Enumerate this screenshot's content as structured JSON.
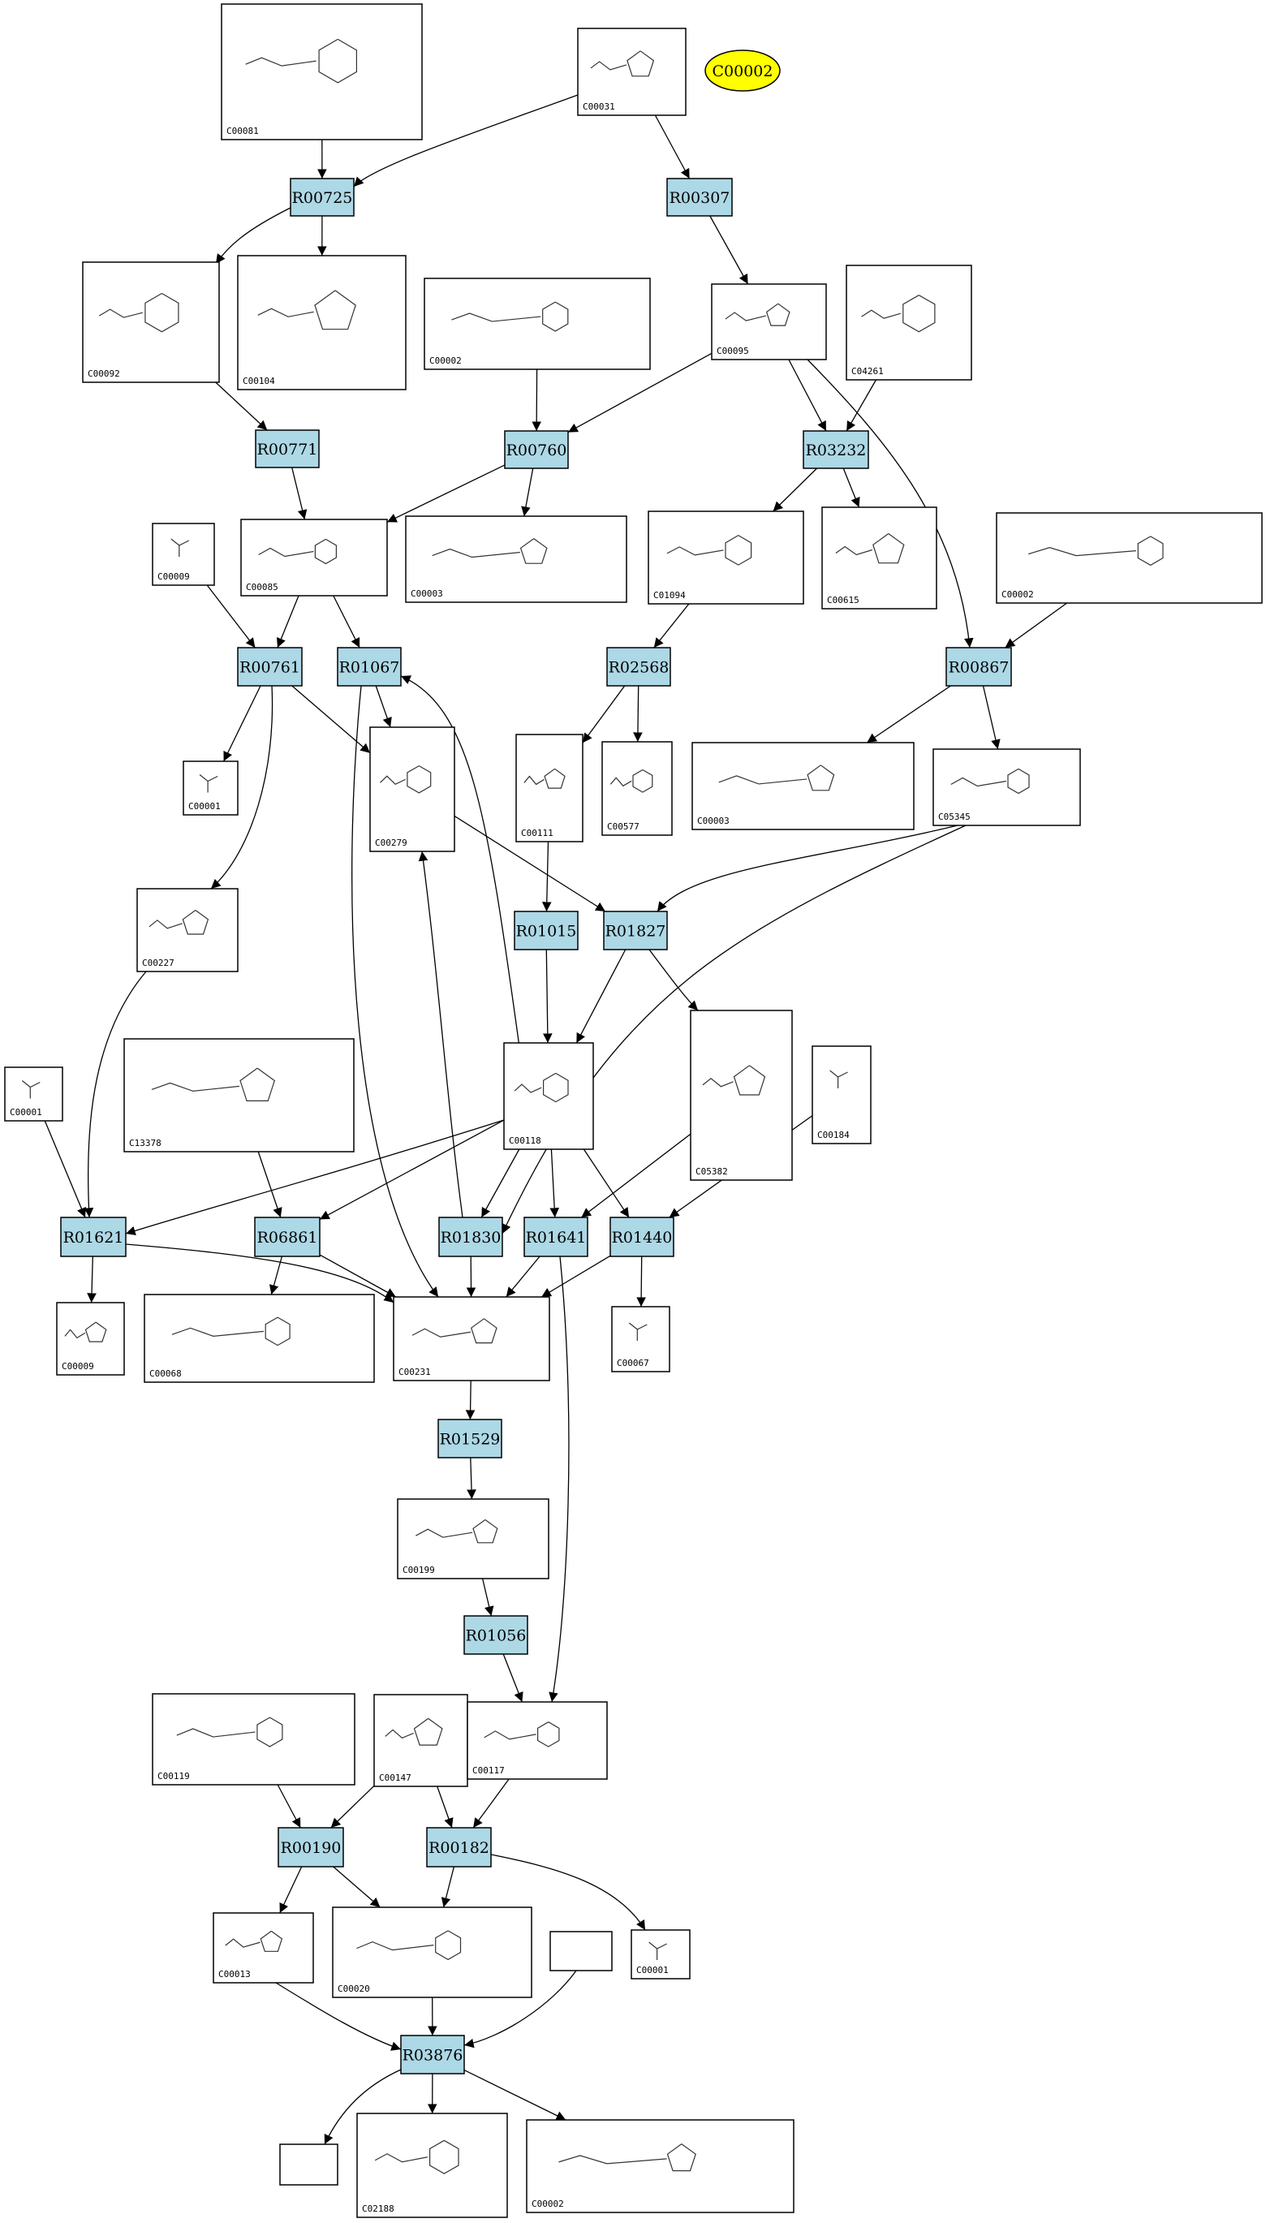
{
  "highlight": {
    "id": "hl-c00002",
    "label": "C00002",
    "color": "#ffff00"
  },
  "reaction_color": "#add8e6",
  "compounds": [
    {
      "id": "c1",
      "label": "C00081"
    },
    {
      "id": "c2",
      "label": "C00031"
    },
    {
      "id": "c3",
      "label": "C00092"
    },
    {
      "id": "c4",
      "label": "C00104"
    },
    {
      "id": "c5",
      "label": "C00002"
    },
    {
      "id": "c6",
      "label": "C00095"
    },
    {
      "id": "c7",
      "label": "C04261"
    },
    {
      "id": "c8",
      "label": "C00009"
    },
    {
      "id": "c9",
      "label": "C00085"
    },
    {
      "id": "c10",
      "label": "C00003"
    },
    {
      "id": "c11",
      "label": "C01094"
    },
    {
      "id": "c12",
      "label": "C00615"
    },
    {
      "id": "c13",
      "label": "C00002"
    },
    {
      "id": "c14",
      "label": "C00001"
    },
    {
      "id": "c15",
      "label": "C00279"
    },
    {
      "id": "c16",
      "label": "C00111"
    },
    {
      "id": "c17",
      "label": "C00577"
    },
    {
      "id": "c18",
      "label": "C00003"
    },
    {
      "id": "c19",
      "label": "C05345"
    },
    {
      "id": "c20",
      "label": "C00227"
    },
    {
      "id": "c21",
      "label": "C00001"
    },
    {
      "id": "c22",
      "label": "C13378"
    },
    {
      "id": "c23",
      "label": "C00118"
    },
    {
      "id": "c24",
      "label": "C05382"
    },
    {
      "id": "c25",
      "label": "C00184"
    },
    {
      "id": "c26",
      "label": "C00009"
    },
    {
      "id": "c27",
      "label": "C00068"
    },
    {
      "id": "c28",
      "label": "C00231"
    },
    {
      "id": "c29",
      "label": "C00067"
    },
    {
      "id": "c30",
      "label": "C00199"
    },
    {
      "id": "c31",
      "label": "C00119"
    },
    {
      "id": "c32",
      "label": "C00147"
    },
    {
      "id": "c33",
      "label": "C00117"
    },
    {
      "id": "c34",
      "label": "C00013"
    },
    {
      "id": "c35",
      "label": "C00020"
    },
    {
      "id": "c36",
      "label": ""
    },
    {
      "id": "c37",
      "label": "C00001"
    },
    {
      "id": "c38",
      "label": ""
    },
    {
      "id": "c39",
      "label": "C02188"
    },
    {
      "id": "c40",
      "label": "C00002"
    }
  ],
  "reactions": [
    {
      "id": "r1",
      "label": "R00725"
    },
    {
      "id": "r2",
      "label": "R00307"
    },
    {
      "id": "r3",
      "label": "R00771"
    },
    {
      "id": "r4",
      "label": "R00760"
    },
    {
      "id": "r5",
      "label": "R03232"
    },
    {
      "id": "r6",
      "label": "R00761"
    },
    {
      "id": "r7",
      "label": "R01067"
    },
    {
      "id": "r8",
      "label": "R02568"
    },
    {
      "id": "r9",
      "label": "R00867"
    },
    {
      "id": "r10",
      "label": "R01015"
    },
    {
      "id": "r11",
      "label": "R01827"
    },
    {
      "id": "r12",
      "label": "R01621"
    },
    {
      "id": "r13",
      "label": "R06861"
    },
    {
      "id": "r14",
      "label": "R01830"
    },
    {
      "id": "r15",
      "label": "R01641"
    },
    {
      "id": "r16",
      "label": "R01440"
    },
    {
      "id": "r17",
      "label": "R01529"
    },
    {
      "id": "r18",
      "label": "R01056"
    },
    {
      "id": "r19",
      "label": "R00190"
    },
    {
      "id": "r20",
      "label": "R00182"
    },
    {
      "id": "r21",
      "label": "R03876"
    }
  ],
  "edges": [
    [
      "c1",
      "r1"
    ],
    [
      "c2",
      "r1"
    ],
    [
      "c2",
      "r2"
    ],
    [
      "r1",
      "c3"
    ],
    [
      "r1",
      "c4"
    ],
    [
      "r2",
      "c6"
    ],
    [
      "c3",
      "r3"
    ],
    [
      "c5",
      "r4"
    ],
    [
      "c6",
      "r4"
    ],
    [
      "c6",
      "r5"
    ],
    [
      "c7",
      "r5"
    ],
    [
      "c6",
      "r9"
    ],
    [
      "r3",
      "c9"
    ],
    [
      "r4",
      "c9"
    ],
    [
      "r4",
      "c10"
    ],
    [
      "r5",
      "c11"
    ],
    [
      "r5",
      "c12"
    ],
    [
      "c13",
      "r9"
    ],
    [
      "c8",
      "r6"
    ],
    [
      "c9",
      "r6"
    ],
    [
      "c9",
      "r7"
    ],
    [
      "c11",
      "r8"
    ],
    [
      "r6",
      "c14"
    ],
    [
      "r6",
      "c15"
    ],
    [
      "r6",
      "c20"
    ],
    [
      "r7",
      "c15"
    ],
    [
      "r8",
      "c16"
    ],
    [
      "r8",
      "c17"
    ],
    [
      "r9",
      "c18"
    ],
    [
      "r9",
      "c19"
    ],
    [
      "c23",
      "r7"
    ],
    [
      "c16",
      "r10"
    ],
    [
      "c15",
      "r11"
    ],
    [
      "c19",
      "r11"
    ],
    [
      "r10",
      "c23"
    ],
    [
      "r11",
      "c23"
    ],
    [
      "r11",
      "c24"
    ],
    [
      "c19",
      "r14"
    ],
    [
      "c20",
      "r12"
    ],
    [
      "c21",
      "r12"
    ],
    [
      "c23",
      "r12"
    ],
    [
      "c22",
      "r13"
    ],
    [
      "c23",
      "r13"
    ],
    [
      "c23",
      "r14"
    ],
    [
      "c23",
      "r15"
    ],
    [
      "c23",
      "r16"
    ],
    [
      "c24",
      "r15"
    ],
    [
      "c25",
      "r16"
    ],
    [
      "r14",
      "c15"
    ],
    [
      "r12",
      "c26"
    ],
    [
      "r12",
      "c28"
    ],
    [
      "r13",
      "c27"
    ],
    [
      "r13",
      "c28"
    ],
    [
      "r14",
      "c28"
    ],
    [
      "r15",
      "c28"
    ],
    [
      "r16",
      "c28"
    ],
    [
      "r16",
      "c29"
    ],
    [
      "r7",
      "c28"
    ],
    [
      "c28",
      "r17"
    ],
    [
      "r17",
      "c30"
    ],
    [
      "c30",
      "r18"
    ],
    [
      "r18",
      "c33"
    ],
    [
      "r15",
      "c33"
    ],
    [
      "c31",
      "r19"
    ],
    [
      "c32",
      "r19"
    ],
    [
      "c32",
      "r20"
    ],
    [
      "c33",
      "r20"
    ],
    [
      "r19",
      "c34"
    ],
    [
      "r19",
      "c35"
    ],
    [
      "r20",
      "c35"
    ],
    [
      "r20",
      "c37"
    ],
    [
      "c34",
      "r21"
    ],
    [
      "c35",
      "r21"
    ],
    [
      "c36",
      "r21"
    ],
    [
      "r21",
      "c38"
    ],
    [
      "r21",
      "c39"
    ],
    [
      "r21",
      "c40"
    ]
  ]
}
